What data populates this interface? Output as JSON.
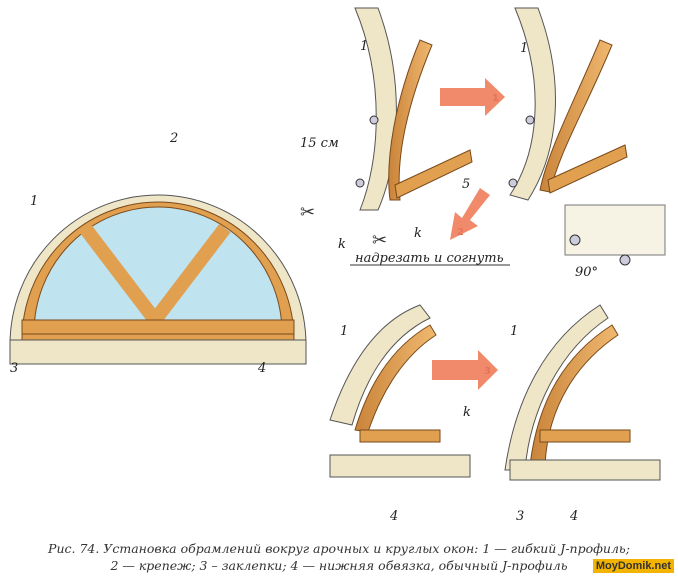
{
  "labels": {
    "jprofile": "1",
    "fastener": "2",
    "rivets": "3",
    "bottom": "4",
    "five": "5",
    "dist": "15 см",
    "k": "k",
    "cut": "надрезать и согнуть",
    "angle": "90°"
  },
  "steps": [
    "1",
    "2",
    "3"
  ],
  "caption": {
    "line1": "Рис. 74. Установка обрамлений вокруг арочных и круглых окон: 1 — гибкий J-профиль;",
    "line2": "2 — крепеж; 3 – заклепки; 4 — нижняя обвязка, обычный J-профиль"
  },
  "logo": "MoyDomik.net",
  "colors": {
    "profile": "#efe6c8",
    "wood": "#e0a050",
    "glass": "#bfe3ef",
    "arrow": "#f08a6a"
  }
}
